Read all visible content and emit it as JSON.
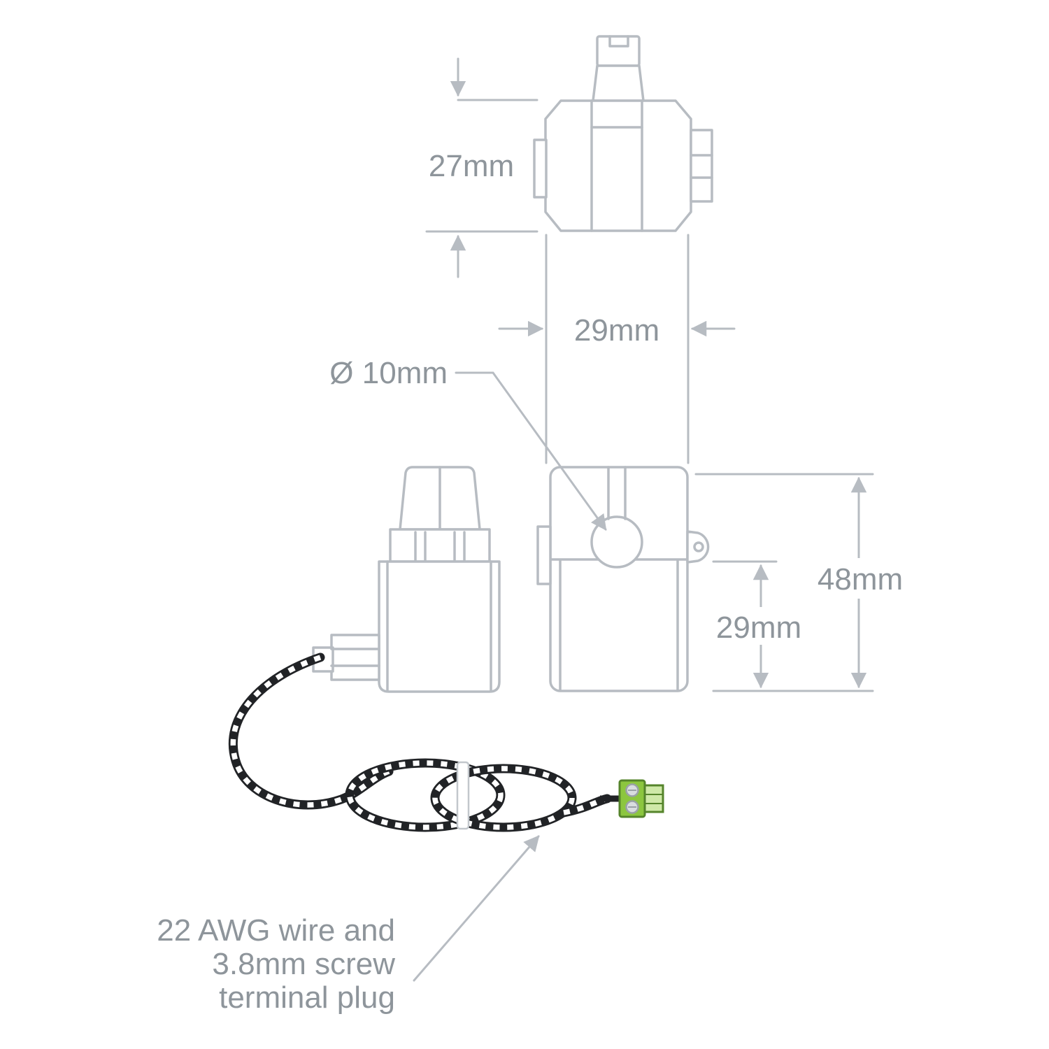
{
  "diagram_type": "technical-dimension-drawing",
  "subject": "split-core current transformer sensor with wire and plug",
  "colors": {
    "line": "#b7bcc2",
    "text": "#8e959b",
    "wire": "#212326",
    "plug_green": "#8cc63f",
    "plug_green_light": "#cfe9a8",
    "screw": "#d9dde0"
  },
  "labels": {
    "dim_depth": "27mm",
    "dim_width": "29mm",
    "dim_aperture": "Ø 10mm",
    "dim_height": "48mm",
    "dim_body_height": "29mm",
    "callout_line1": "22 AWG wire and",
    "callout_line2": "3.8mm screw",
    "callout_line3": "terminal plug"
  }
}
